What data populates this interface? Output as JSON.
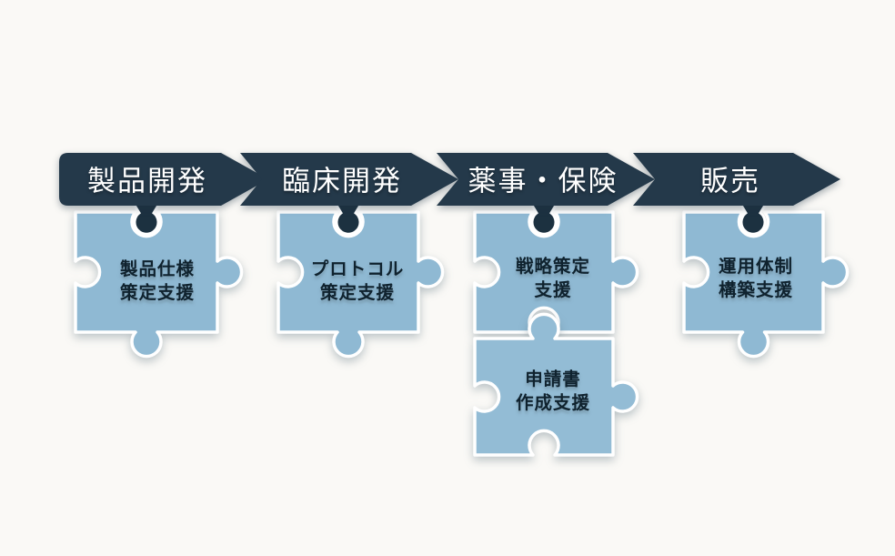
{
  "diagram": {
    "title_hint": "process-flow-puzzle-diagram",
    "stages": [
      {
        "label": "製品開発"
      },
      {
        "label": "臨床開発"
      },
      {
        "label": "薬事・保険"
      },
      {
        "label": "販売"
      }
    ],
    "pieces": [
      {
        "lines": [
          "製品仕様",
          "策定支援"
        ]
      },
      {
        "lines": [
          "プロトコル",
          "策定支援"
        ]
      },
      {
        "lines": [
          "戦略策定",
          "支援"
        ]
      },
      {
        "lines": [
          "申請書",
          "作成支援"
        ]
      },
      {
        "lines": [
          "運用体制",
          "構築支援"
        ]
      }
    ],
    "colors": {
      "background": "#faf9f6",
      "arrow": "#24394a",
      "tab": "#1c3140",
      "piece": "#8fb9d3",
      "piece_lower": "#93bcd5",
      "arrow_text": "#ffffff",
      "piece_text": "#0f222e"
    }
  }
}
